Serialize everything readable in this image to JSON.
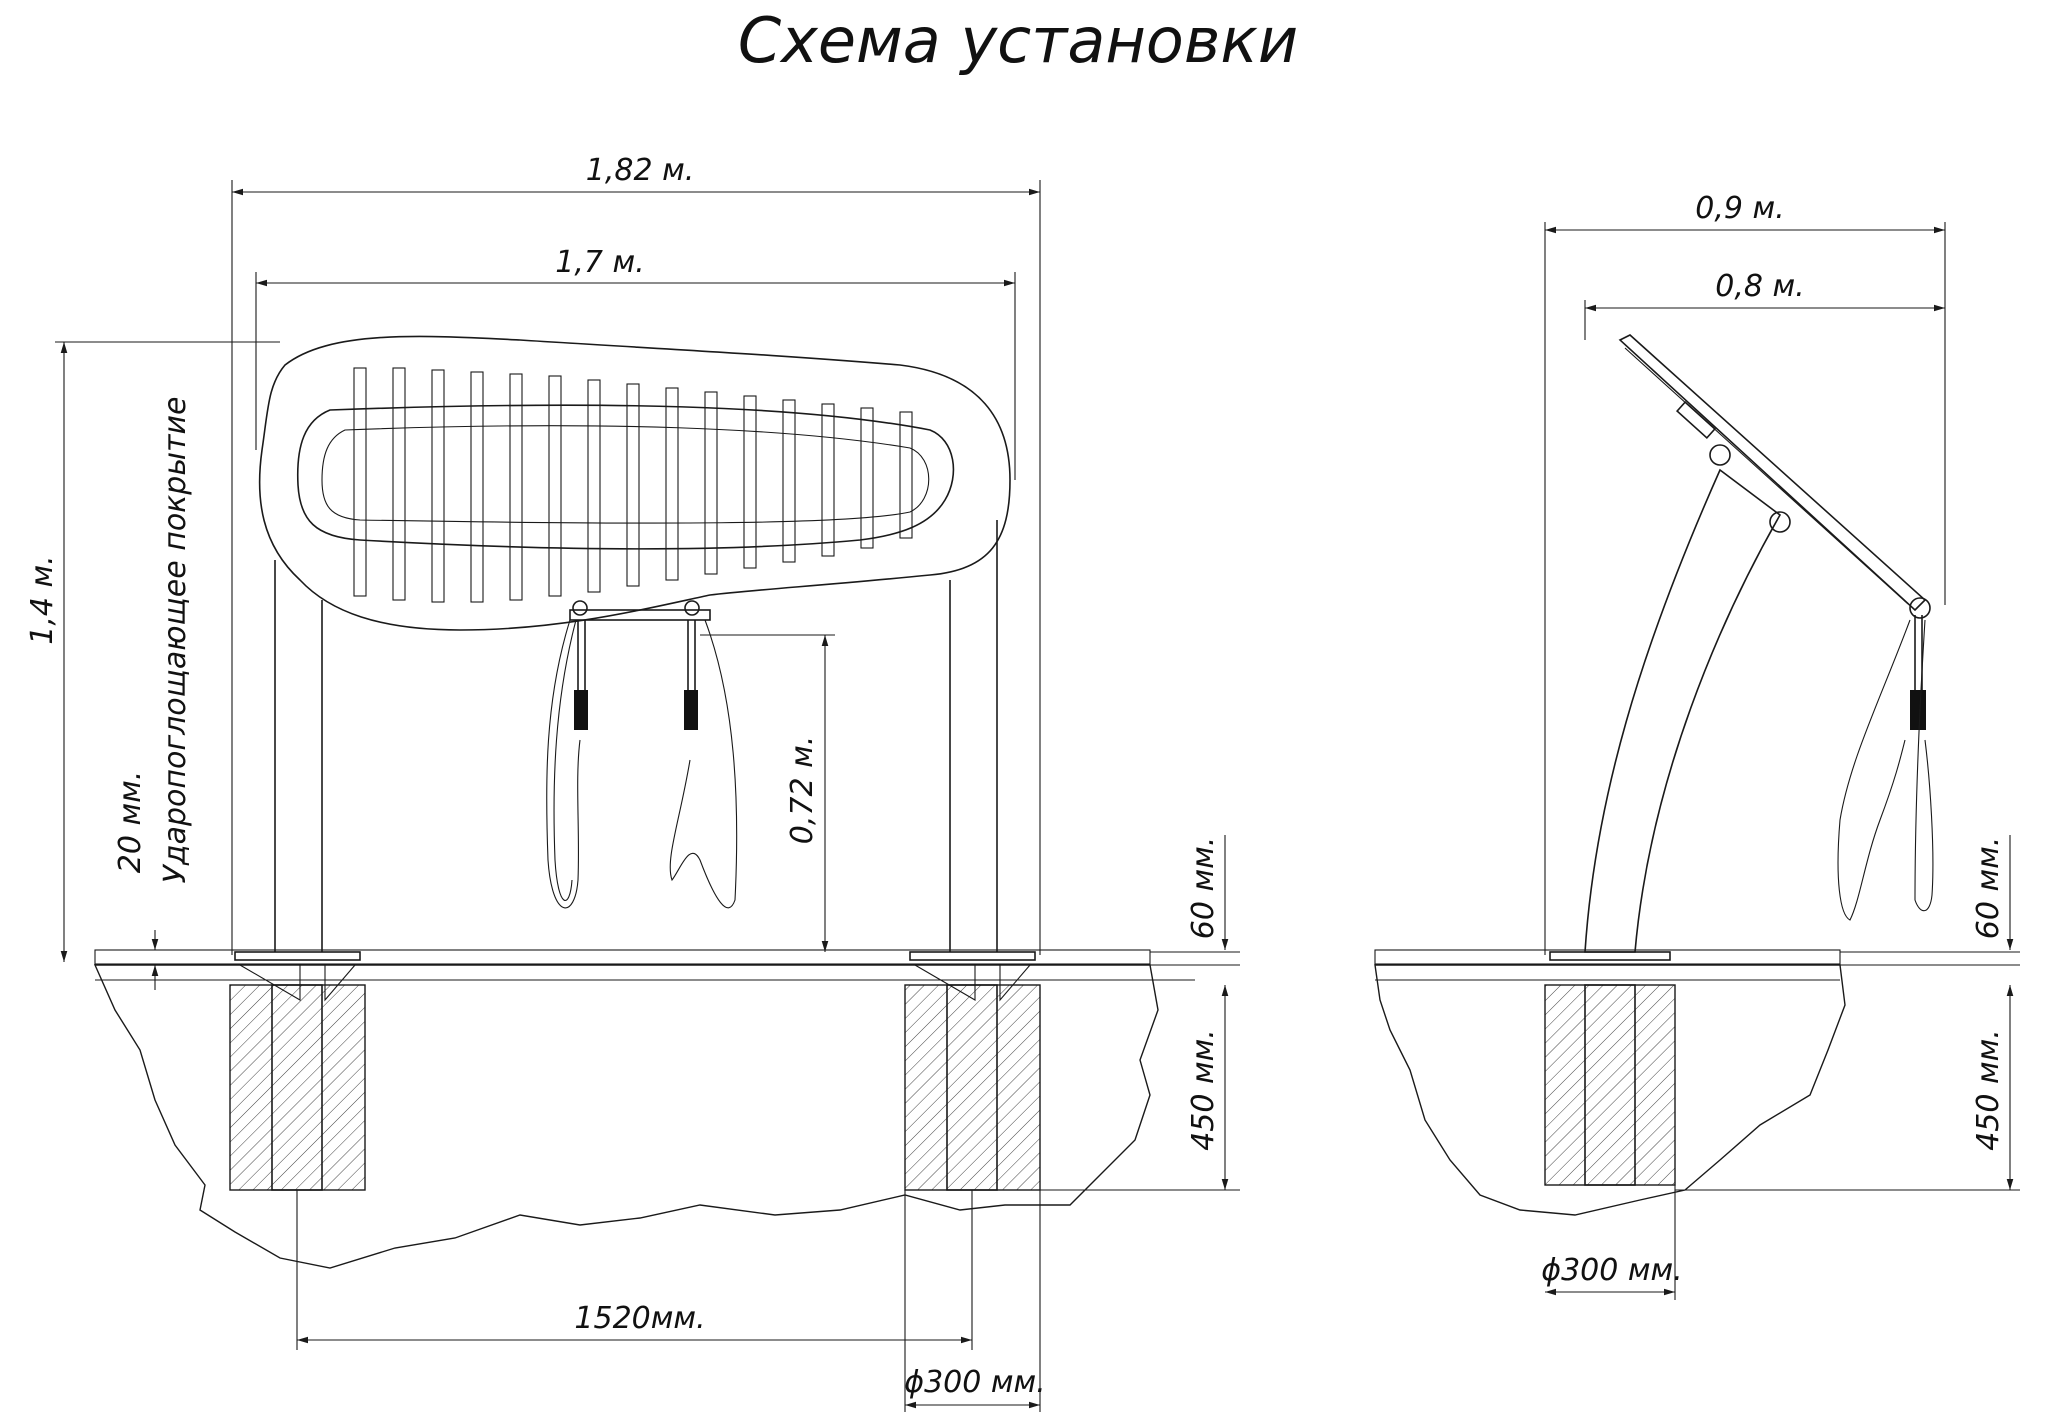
{
  "title": "Схема установки",
  "front_view": {
    "width_total": "1,82 м.",
    "width_panel": "1,7 м.",
    "height_total": "1,4 м.",
    "coating_thickness": "20 мм.",
    "coating_label": "Ударопоглощающее покрытие",
    "mallet_height": "0,72 м.",
    "post_above": "60 мм.",
    "foundation_depth": "450 мм.",
    "post_spacing": "1520мм.",
    "foundation_diameter": "ϕ300 мм."
  },
  "side_view": {
    "width_total": "0,9 м.",
    "width_panel": "0,8 м.",
    "post_above": "60 мм.",
    "foundation_depth": "450 мм.",
    "foundation_diameter": "ϕ300 мм."
  }
}
